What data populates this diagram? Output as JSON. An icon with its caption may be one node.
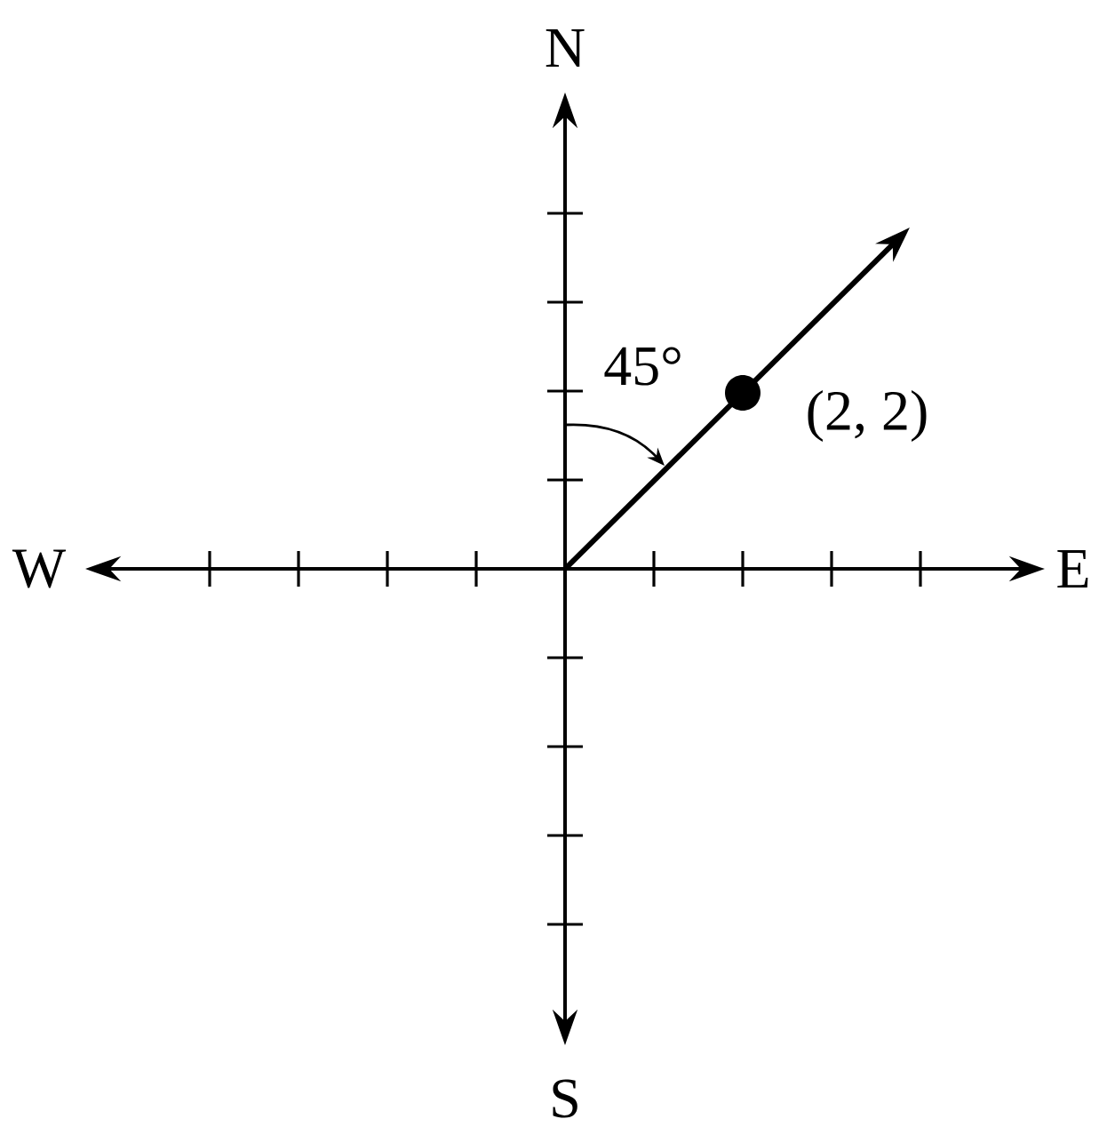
{
  "diagram": {
    "labels": [
      "N",
      "W",
      "E",
      "S",
      "45°",
      "(2, 2)"
    ]
  }
}
